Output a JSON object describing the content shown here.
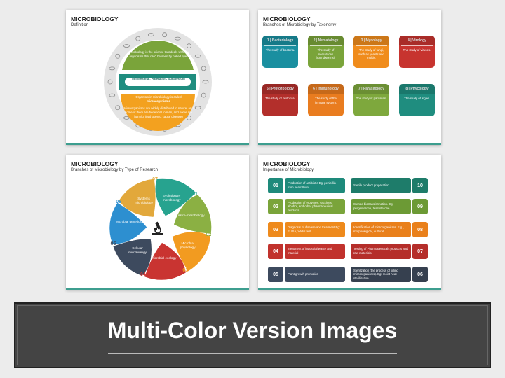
{
  "slide1": {
    "title": "MICROBIOLOGY",
    "subtitle": "Definition",
    "top_text": "Microbiology is the science that deals with tiny organisms that can't be seen by naked eye.",
    "middle_text": "Infinitesimal, Hateration, Sugatesium",
    "bottom_label": "Organism in microbiology is called",
    "bottom_label_bold": "microorganisms",
    "bottom_text": "Microorganisms are widely distributed in nature, and some of them are beneficial to man, and some are harmful (pathogenic; cause disease)"
  },
  "slide2": {
    "title": "MICROBIOLOGY",
    "subtitle": "Branches of Microbiology by Taxonomy",
    "cards": [
      {
        "label": "1 | Bacteriology",
        "text": "The study of bacteria.",
        "color": "#1a8fa0"
      },
      {
        "label": "2 | Nematology",
        "text": "The study of nematodes (roundworms).",
        "color": "#7aa43a"
      },
      {
        "label": "3 | Mycology",
        "text": "The study of fungi, such as yeasts and molds.",
        "color": "#f08c1c"
      },
      {
        "label": "4 | Virology",
        "text": "The study of viruses.",
        "color": "#c7342f"
      },
      {
        "label": "5 | Protozoology",
        "text": "The study of protozoa.",
        "color": "#b32f2b"
      },
      {
        "label": "6 | Immunology",
        "text": "The study of the immune system.",
        "color": "#e97c1f"
      },
      {
        "label": "7 | Parasitology",
        "text": "The study of parasites.",
        "color": "#7ea83d"
      },
      {
        "label": "8 | Phycology",
        "text": "The study of algae.",
        "color": "#1f8d7f"
      }
    ]
  },
  "slide3": {
    "title": "MICROBIOLOGY",
    "subtitle": "Branches of Microbiology by Type of Research",
    "petals": [
      {
        "num": "01",
        "label": "Evolutionary microbiology",
        "color": "#27a38f"
      },
      {
        "num": "02",
        "label": "Astro-microbiology",
        "color": "#8bb043"
      },
      {
        "num": "03",
        "label": "Microbial physiology",
        "color": "#f29b20"
      },
      {
        "num": "04",
        "label": "Microbial ecology",
        "color": "#c93431"
      },
      {
        "num": "05",
        "label": "Cellular microbiology",
        "color": "#3d4a5e"
      },
      {
        "num": "06",
        "label": "Microbial genetics",
        "color": "#2d8fd0"
      },
      {
        "num": "07",
        "label": "Systems microbiology",
        "color": "#e2a83b"
      }
    ]
  },
  "slide4": {
    "title": "MICROBIOLOGY",
    "subtitle": "Importance of Microbiology",
    "left": [
      {
        "num": "01",
        "text": "Production of antibiotic Eg: penicillin from penicillium.",
        "color": "#1e8a7b"
      },
      {
        "num": "02",
        "text": "Production of enzymes, vaccines, alcohol, and other pharmaceutical products.",
        "color": "#7aa43a"
      },
      {
        "num": "03",
        "text": "Diagnosis of disease and treatment Eg: ELISA, Widal test.",
        "color": "#ee8a1c"
      },
      {
        "num": "04",
        "text": "Treatment of industrial waste and material",
        "color": "#c1322d"
      },
      {
        "num": "05",
        "text": "Plant growth promotion",
        "color": "#3d4a5e"
      }
    ],
    "right": [
      {
        "num": "10",
        "text": "Sterile product preparation",
        "color": "#1e7c6a"
      },
      {
        "num": "09",
        "text": "Steroid biotransformation. Eg: progesterone, testosterone",
        "color": "#6c9a35"
      },
      {
        "num": "08",
        "text": "Identification of microorganisms. E.g., morphological, cultural.",
        "color": "#e9801b"
      },
      {
        "num": "07",
        "text": "Testing of Pharmaceuticals products and raw materials.",
        "color": "#b52e2a"
      },
      {
        "num": "06",
        "text": "Sterilization (the process of killing microorganisms). Eg: moist heat sterilization.",
        "color": "#36404f"
      }
    ]
  },
  "banner": {
    "title": "Multi-Color Version Images"
  }
}
